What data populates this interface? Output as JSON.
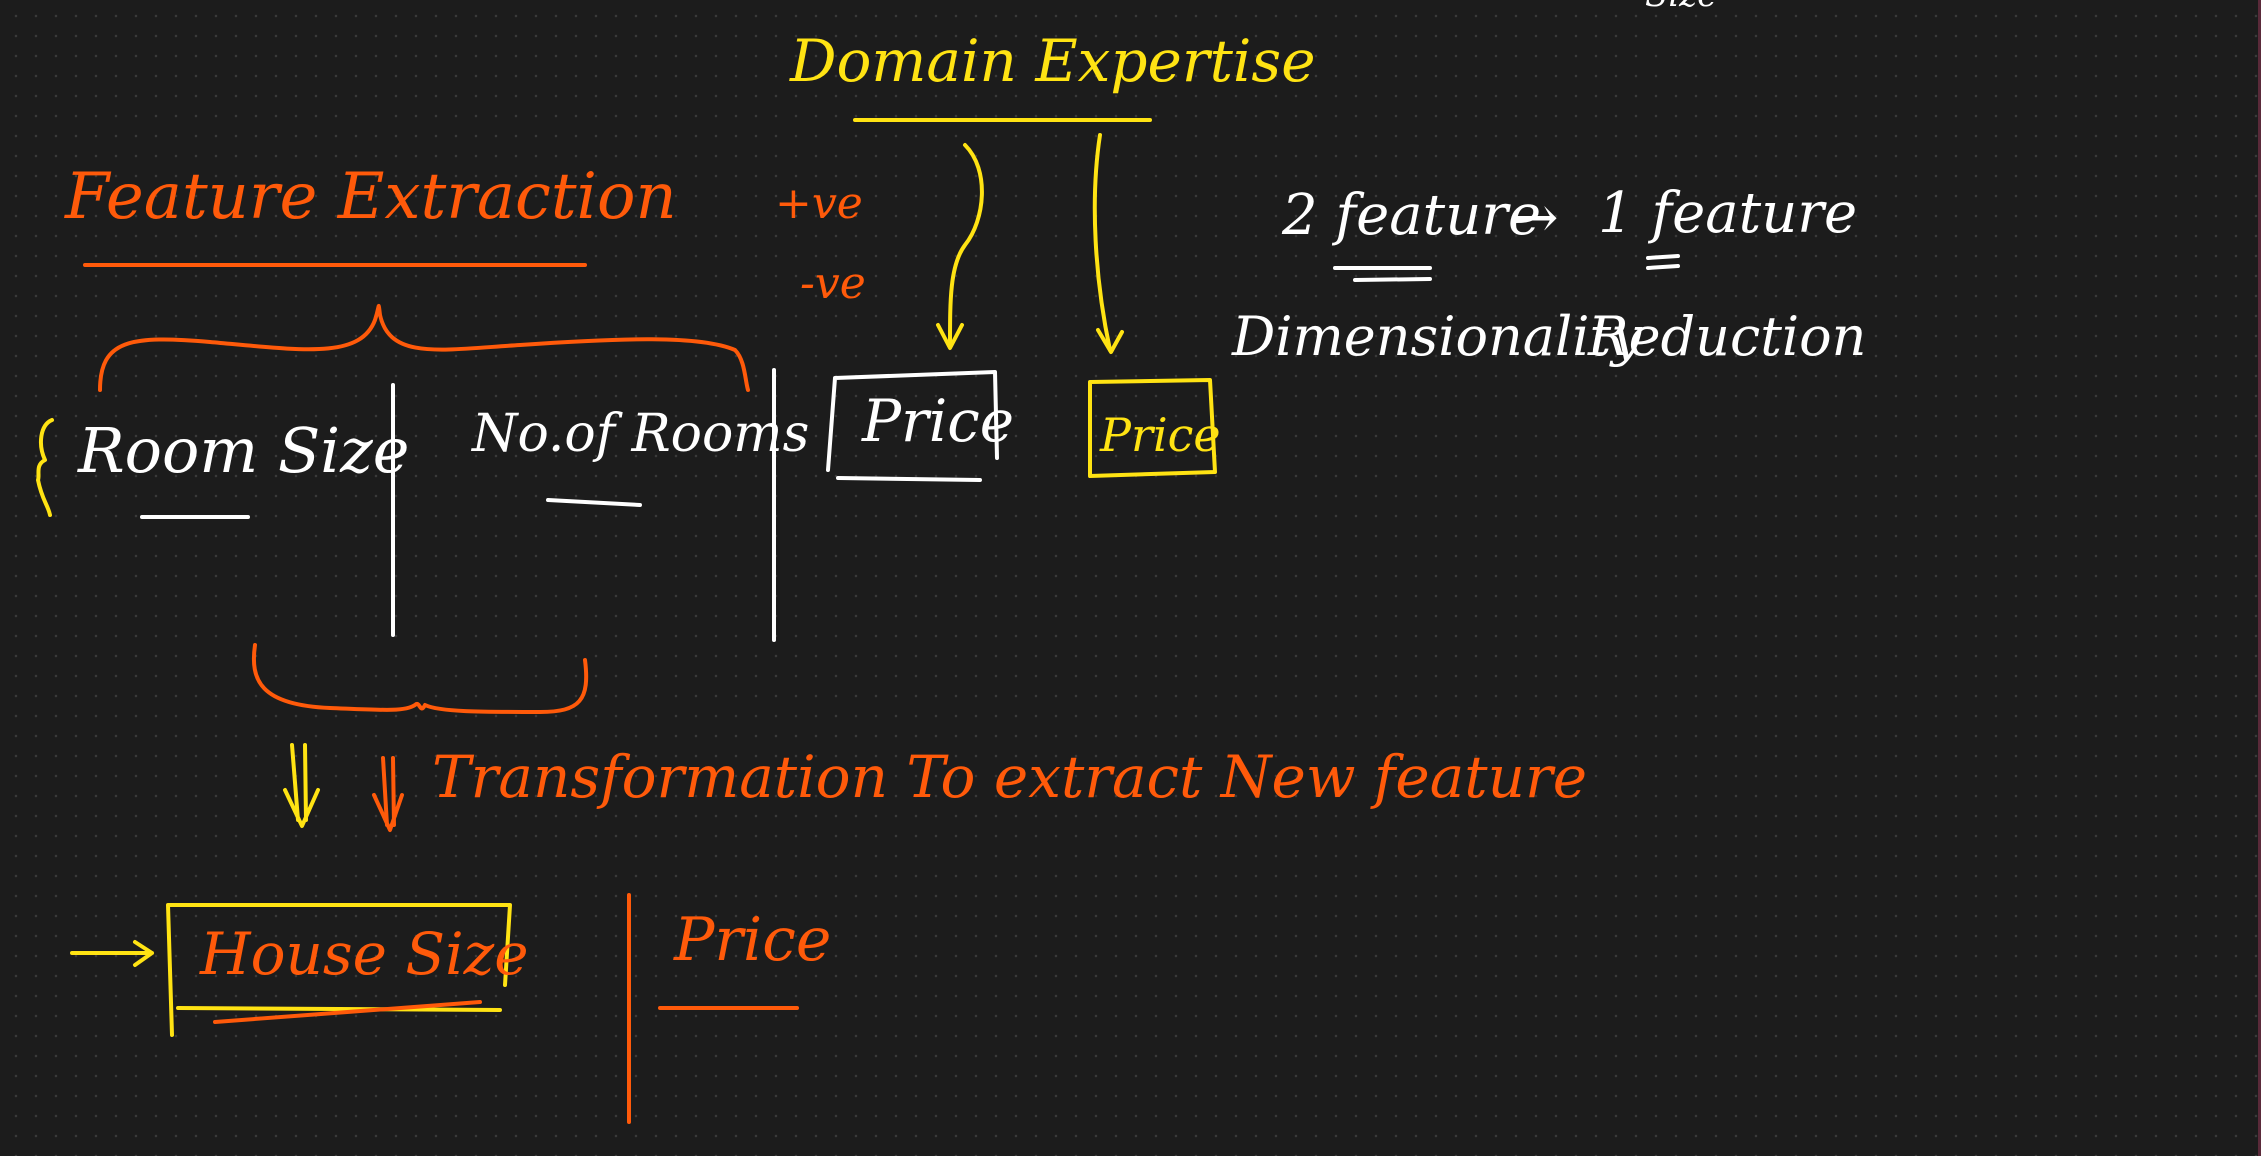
{
  "colors": {
    "background": "#1c1c1c",
    "orange_ink": "#ff5a0a",
    "yellow_ink": "#ffe313",
    "white_ink": "#ffffff"
  },
  "notes": {
    "top_right_fragment": "Size",
    "domain_expertise": "Domain Expertise",
    "feature_extraction": "Feature Extraction",
    "positive": "+ve",
    "negative": "-ve",
    "two_feature": "2 feature",
    "arrow": "→",
    "one_feature": "1 feature",
    "dimensionality": "Dimensionality",
    "reduction": "Reduction",
    "room_size": "Room Size",
    "no_of_rooms": "No.of Rooms",
    "price_white": "Price",
    "price_yellow": "Price",
    "transformation": "Transformation To extract New feature",
    "house_size": "House Size",
    "price_orange": "Price"
  }
}
